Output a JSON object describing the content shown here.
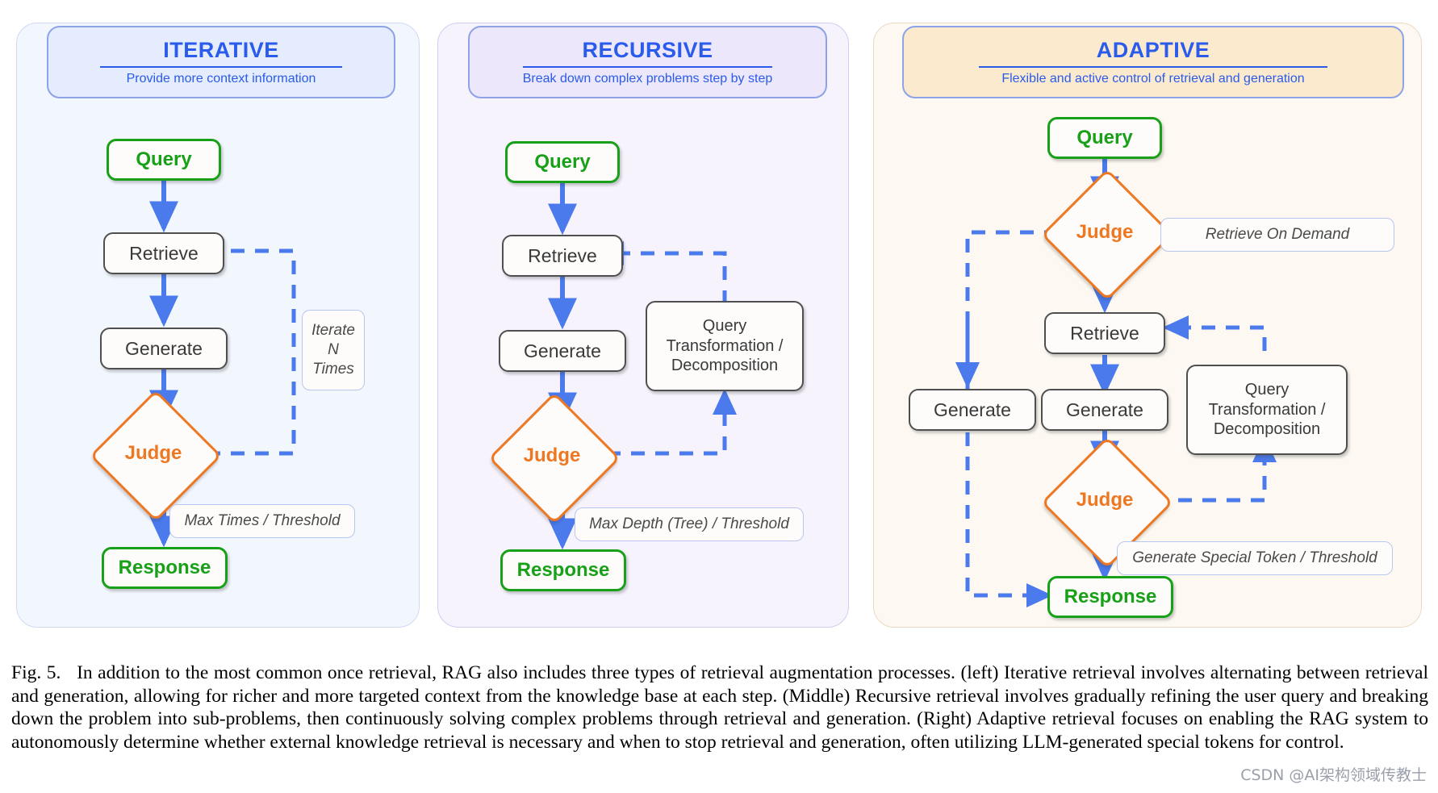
{
  "panels": [
    {
      "id": "iterative",
      "title": "ITERATIVE",
      "subtitle": "Provide more context information",
      "nodes": [
        {
          "name": "query",
          "label": "Query"
        },
        {
          "name": "retrieve",
          "label": "Retrieve"
        },
        {
          "name": "generate",
          "label": "Generate"
        },
        {
          "name": "judge",
          "label": "Judge"
        },
        {
          "name": "response",
          "label": "Response"
        }
      ],
      "annotations": [
        {
          "name": "iterate-n-times",
          "label": "Iterate\nN\nTimes"
        },
        {
          "name": "max-times-threshold",
          "label": "Max Times / Threshold"
        }
      ]
    },
    {
      "id": "recursive",
      "title": "RECURSIVE",
      "subtitle": "Break down complex problems step by step",
      "nodes": [
        {
          "name": "query",
          "label": "Query"
        },
        {
          "name": "retrieve",
          "label": "Retrieve"
        },
        {
          "name": "generate",
          "label": "Generate"
        },
        {
          "name": "judge",
          "label": "Judge"
        },
        {
          "name": "response",
          "label": "Response"
        },
        {
          "name": "query-transformation",
          "label": "Query\nTransformation /\nDecomposition"
        }
      ],
      "annotations": [
        {
          "name": "max-depth-threshold",
          "label": "Max Depth (Tree) / Threshold"
        }
      ]
    },
    {
      "id": "adaptive",
      "title": "ADAPTIVE",
      "subtitle": "Flexible and  active control of retrieval and generation",
      "nodes": [
        {
          "name": "query",
          "label": "Query"
        },
        {
          "name": "judge-top",
          "label": "Judge"
        },
        {
          "name": "retrieve",
          "label": "Retrieve"
        },
        {
          "name": "generate-left",
          "label": "Generate"
        },
        {
          "name": "generate-main",
          "label": "Generate"
        },
        {
          "name": "judge-bottom",
          "label": "Judge"
        },
        {
          "name": "response",
          "label": "Response"
        },
        {
          "name": "query-transformation",
          "label": "Query\nTransformation /\nDecomposition"
        }
      ],
      "annotations": [
        {
          "name": "retrieve-on-demand",
          "label": "Retrieve On  Demand"
        },
        {
          "name": "generate-special-token-threshold",
          "label": "Generate Special Token / Threshold"
        }
      ]
    }
  ],
  "caption": {
    "figure_number": "Fig. 5.",
    "text": "In addition to the most common once retrieval, RAG also includes three types of retrieval augmentation processes. (left) Iterative retrieval involves alternating between retrieval and generation, allowing for richer and more targeted context from the knowledge base at each step. (Middle) Recursive retrieval involves gradually refining the user query and breaking down the problem into sub-problems, then continuously solving complex problems through retrieval and generation. (Right) Adaptive retrieval focuses on enabling the RAG system to autonomously determine whether external knowledge retrieval is necessary and when to stop retrieval and generation, often utilizing LLM-generated special tokens for control."
  },
  "watermark": "CSDN @AI架构领域传教士",
  "colors": {
    "accent_blue": "#2a5bea",
    "arrow_blue": "#4a7aec",
    "green": "#18a018",
    "orange": "#ee7722",
    "gray_border": "#4f4f4f"
  }
}
